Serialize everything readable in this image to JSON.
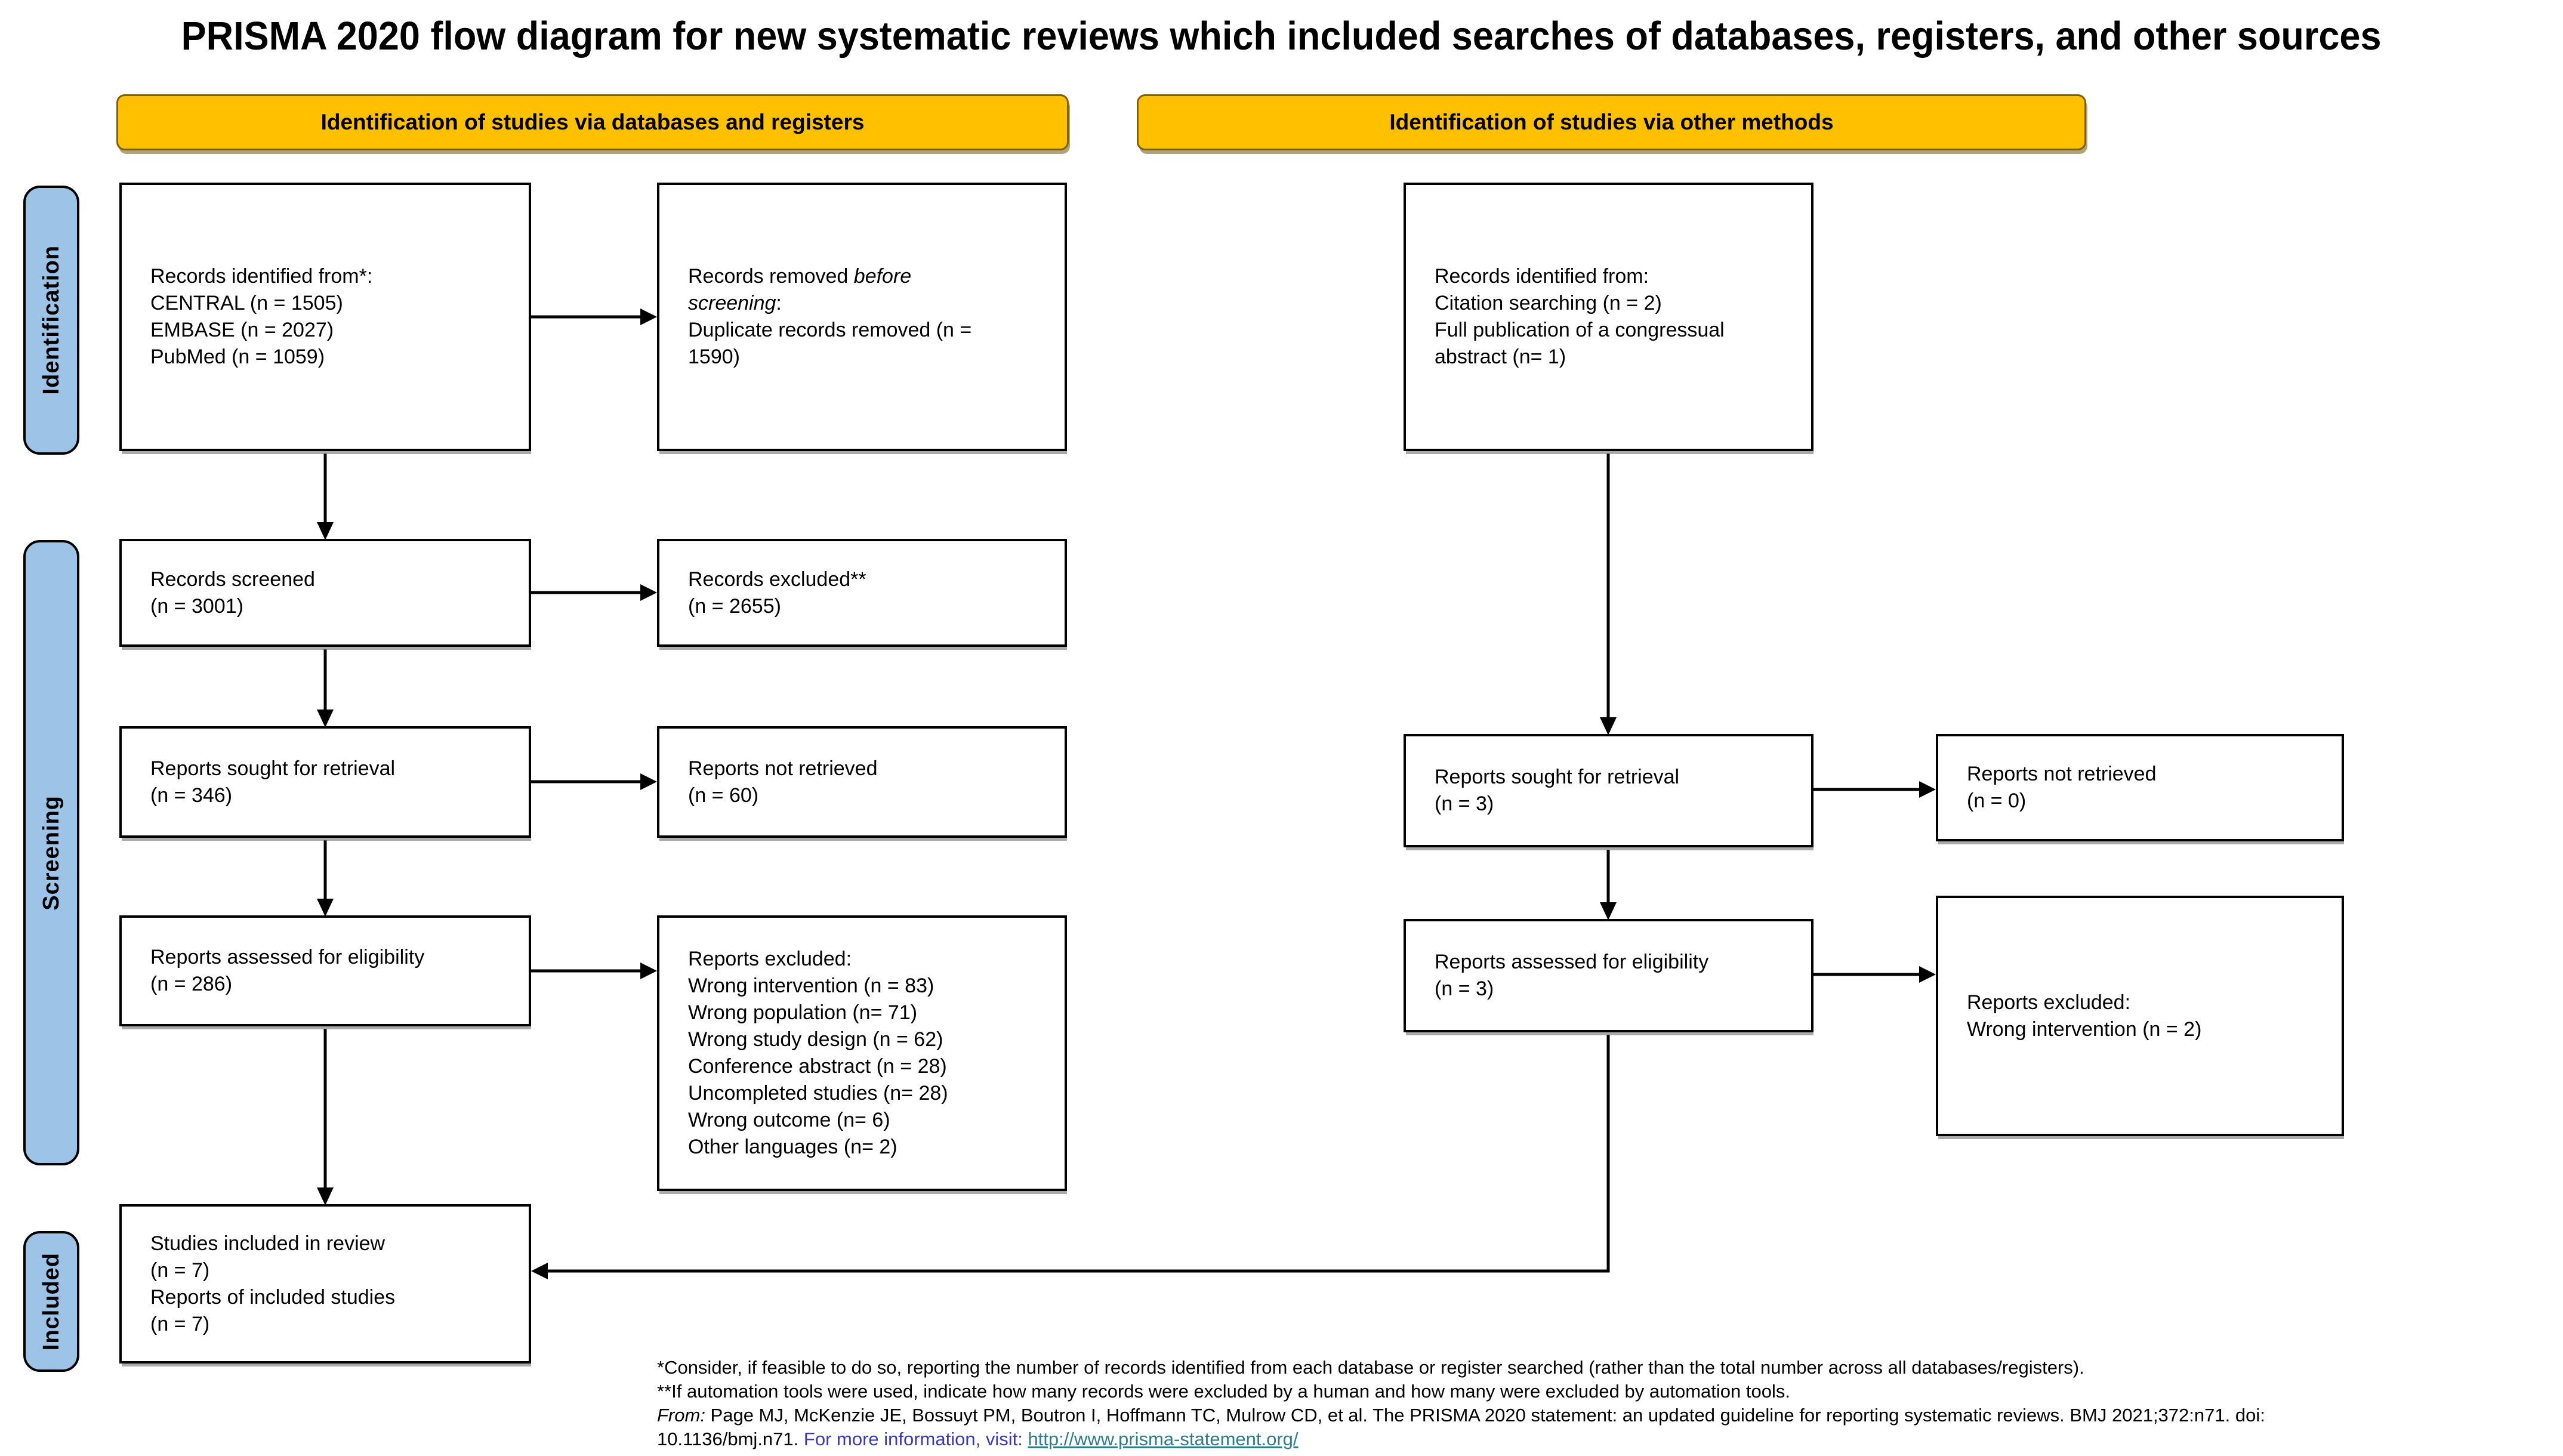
{
  "title": "PRISMA 2020 flow diagram for new systematic reviews which included searches of databases, registers, and other sources",
  "banners": {
    "databases": "Identification of studies via databases and registers",
    "other": "Identification of studies via other methods"
  },
  "stages": {
    "identification": "Identification",
    "screening": "Screening",
    "included": "Included"
  },
  "boxes": {
    "identified_db": {
      "lines": [
        "Records identified from*:",
        "CENTRAL (n = 1505)",
        "EMBASE (n = 2027)",
        "PubMed (n = 1059)"
      ]
    },
    "removed": {
      "prefix": "Records removed ",
      "italic1": "before",
      "italic2": "screening",
      "suffix": ":",
      "line3": "Duplicate records removed (n =",
      "line4": "1590)"
    },
    "identified_other": {
      "lines": [
        "Records identified from:",
        "Citation searching (n = 2)",
        "Full publication of a congressual",
        "abstract (n= 1)"
      ]
    },
    "screened": {
      "lines": [
        "Records screened",
        "(n = 3001)"
      ]
    },
    "excluded_records": {
      "lines": [
        "Records excluded**",
        "(n = 2655)"
      ]
    },
    "sought_db": {
      "lines": [
        "Reports sought for retrieval",
        "(n = 346)"
      ]
    },
    "not_retrieved_db": {
      "lines": [
        "Reports not retrieved",
        "(n = 60)"
      ]
    },
    "sought_other": {
      "lines": [
        "Reports sought for retrieval",
        "(n = 3)"
      ]
    },
    "not_retrieved_other": {
      "lines": [
        "Reports not retrieved",
        "(n = 0)"
      ]
    },
    "assessed_db": {
      "lines": [
        "Reports assessed for eligibility",
        "(n = 286)"
      ]
    },
    "excluded_reports_db": {
      "lines": [
        "Reports excluded:",
        "Wrong intervention (n = 83)",
        "Wrong population (n= 71)",
        "Wrong study design (n = 62)",
        "Conference abstract (n = 28)",
        "Uncompleted studies (n= 28)",
        "Wrong outcome (n= 6)",
        "Other languages (n= 2)"
      ]
    },
    "assessed_other": {
      "lines": [
        "Reports assessed for eligibility",
        "(n = 3)"
      ]
    },
    "excluded_reports_other": {
      "lines": [
        "Reports excluded:",
        "Wrong intervention (n = 2)"
      ]
    },
    "included": {
      "lines": [
        "Studies included in review",
        "(n = 7)",
        "Reports of included studies",
        "(n = 7)"
      ]
    }
  },
  "footnotes": {
    "note1": "*Consider, if feasible to do so, reporting the number of records identified from each database or register searched (rather than the total number across all databases/registers).",
    "note2": "**If automation tools were used, indicate how many records were excluded by a human and how many were excluded by automation tools.",
    "from_label": "From:",
    "citation": " Page MJ, McKenzie JE, Bossuyt PM, Boutron I, Hoffmann TC, Mulrow CD, et al. The PRISMA 2020 statement: an updated guideline for reporting systematic reviews. BMJ 2021;372:n71. doi:",
    "citation2": "10.1136/bmj.n71. ",
    "info_label": "For more information, visit: ",
    "link": "http://www.prisma-statement.org/"
  },
  "colors": {
    "banner_fill": "#FFC000",
    "banner_border": "#7F6000",
    "stage_fill": "#9DC3E6",
    "stage_border": "#000000",
    "info_blue": "#3A3AB8",
    "link_teal": "#2E7D8C"
  }
}
